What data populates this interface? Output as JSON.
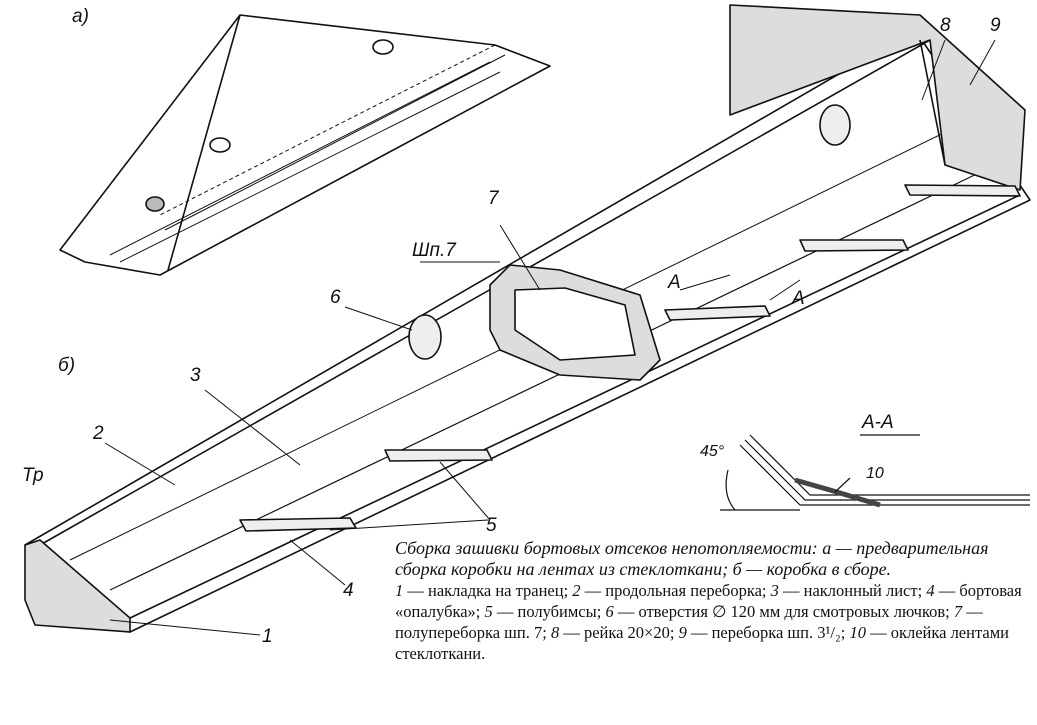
{
  "figure": {
    "view_a_label": "а)",
    "view_b_label": "б)",
    "transom_label": "Тр",
    "frame_label": "Шп.7",
    "section_marks": [
      "А",
      "А"
    ],
    "section_title": "А-А",
    "angle_label": "45°",
    "callouts": [
      "1",
      "2",
      "3",
      "4",
      "5",
      "6",
      "7",
      "8",
      "9",
      "10"
    ]
  },
  "caption": {
    "title": "Сборка зашивки бортовых отсеков непотопляемости: а — предварительная сборка коробки на лентах из стеклоткани; б — коробка в сборе.",
    "legend": [
      {
        "num": "1",
        "text": "— накладка на транец;"
      },
      {
        "num": "2",
        "text": "— продольная переборка;"
      },
      {
        "num": "3",
        "text": "— наклонный лист;"
      },
      {
        "num": "4",
        "text": "— бортовая «опалубка»;"
      },
      {
        "num": "5",
        "text": "— полубимсы;"
      },
      {
        "num": "6",
        "text": "— отверстия ∅ 120 мм для смотровых лючков;"
      },
      {
        "num": "7",
        "text": "— полупереборка шп. 7;"
      },
      {
        "num": "8",
        "text": "— рейка 20×20;"
      },
      {
        "num": "9",
        "text": "— переборка шп. 3¹/₂;"
      },
      {
        "num": "10",
        "text": "— оклейка лентами стеклоткани."
      }
    ]
  }
}
